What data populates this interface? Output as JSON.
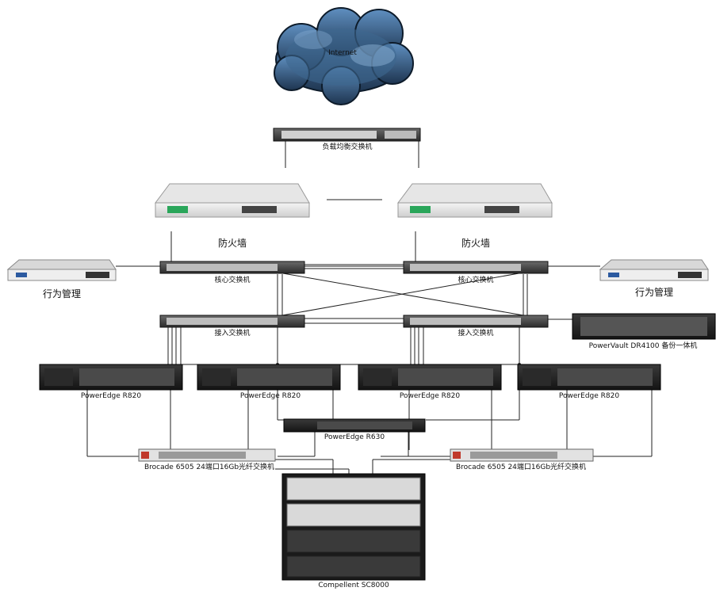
{
  "diagram": {
    "cloud": {
      "label": "Internet"
    },
    "load_balancer": {
      "label": "负载均衡交换机"
    },
    "firewalls": [
      {
        "label": "防火墙"
      },
      {
        "label": "防火墙"
      }
    ],
    "behavior_mgmt": [
      {
        "label": "行为管理"
      },
      {
        "label": "行为管理"
      }
    ],
    "core_switches": [
      {
        "label": "核心交换机"
      },
      {
        "label": "核心交换机"
      }
    ],
    "access_switches": [
      {
        "label": "接入交换机"
      },
      {
        "label": "接入交换机"
      }
    ],
    "backup": {
      "label": "PowerVault DR4100 备份一体机"
    },
    "servers": [
      {
        "label": "PowerEdge R820"
      },
      {
        "label": "PowerEdge R820"
      },
      {
        "label": "PowerEdge R820"
      },
      {
        "label": "PowerEdge R820"
      }
    ],
    "server_r630": {
      "label": "PowerEdge R630"
    },
    "fc_switches": [
      {
        "label": "Brocade 6505 24端口16Gb光纤交换机"
      },
      {
        "label": "Brocade 6505 24端口16Gb光纤交换机"
      }
    ],
    "storage": {
      "label": "Compellent SC8000"
    }
  }
}
